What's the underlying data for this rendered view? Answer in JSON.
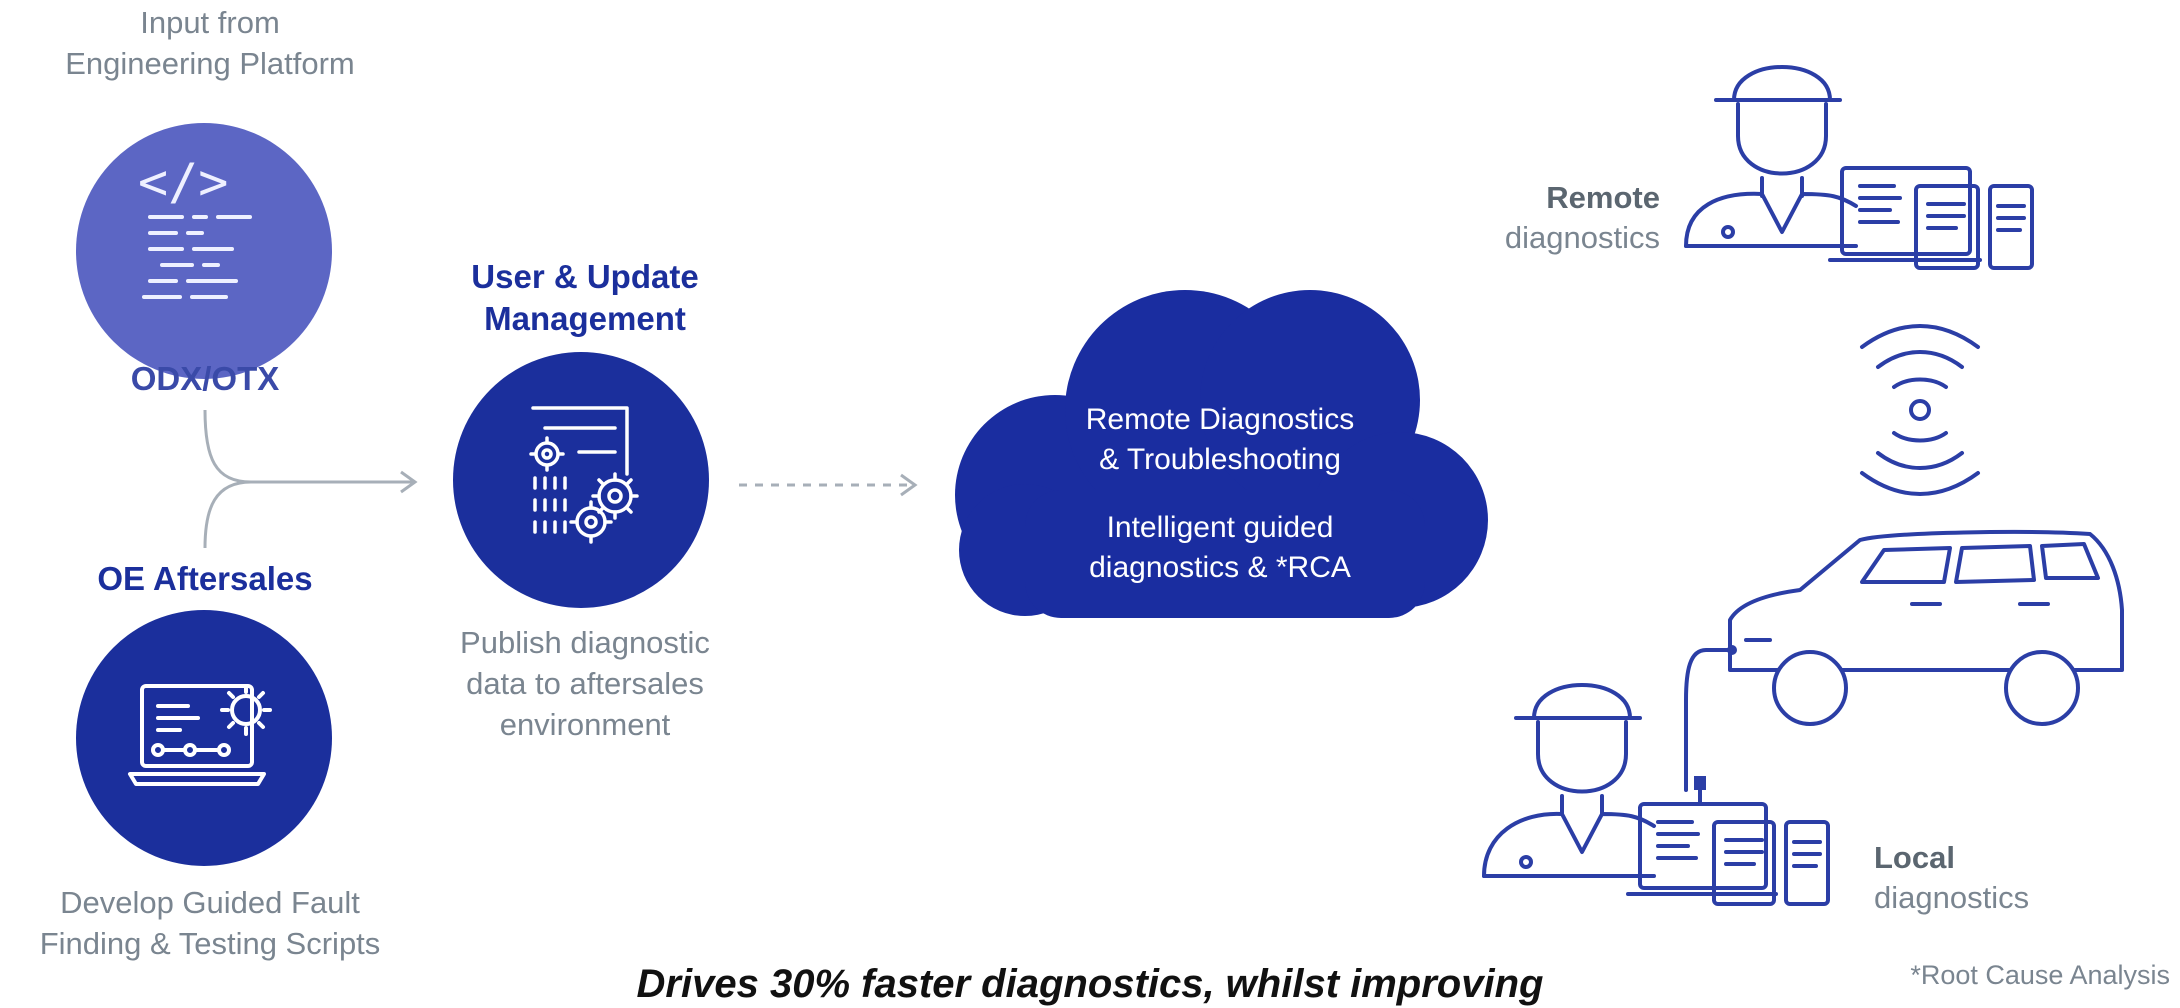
{
  "left": {
    "input_label_line1": "Input from",
    "input_label_line2": "Engineering Platform",
    "odx_code_glyph": "</>",
    "odx_title": "ODX/OTX",
    "oe_title": "OE Aftersales",
    "develop_line1": "Develop Guided Fault",
    "develop_line2": "Finding & Testing Scripts"
  },
  "middle": {
    "title_line1": "User & Update",
    "title_line2": "Management",
    "desc_line1": "Publish diagnostic",
    "desc_line2": "data to aftersales",
    "desc_line3": "environment"
  },
  "cloud": {
    "line1": "Remote Diagnostics",
    "line2": "& Troubleshooting",
    "line3": "Intelligent guided",
    "line4": "diagnostics & *RCA"
  },
  "right": {
    "remote_bold": "Remote",
    "remote_rest": "diagnostics",
    "local_bold": "Local",
    "local_rest": "diagnostics"
  },
  "footer": {
    "tagline": "Drives 30% faster diagnostics, whilst improving",
    "footnote": "*Root Cause Analysis"
  },
  "colors": {
    "odx_circle": "#5c66c4",
    "navy": "#1b2f9c",
    "cloud": "#1a2da0",
    "gray_text": "#7a8590",
    "icon_line": "#2b3ea6"
  }
}
